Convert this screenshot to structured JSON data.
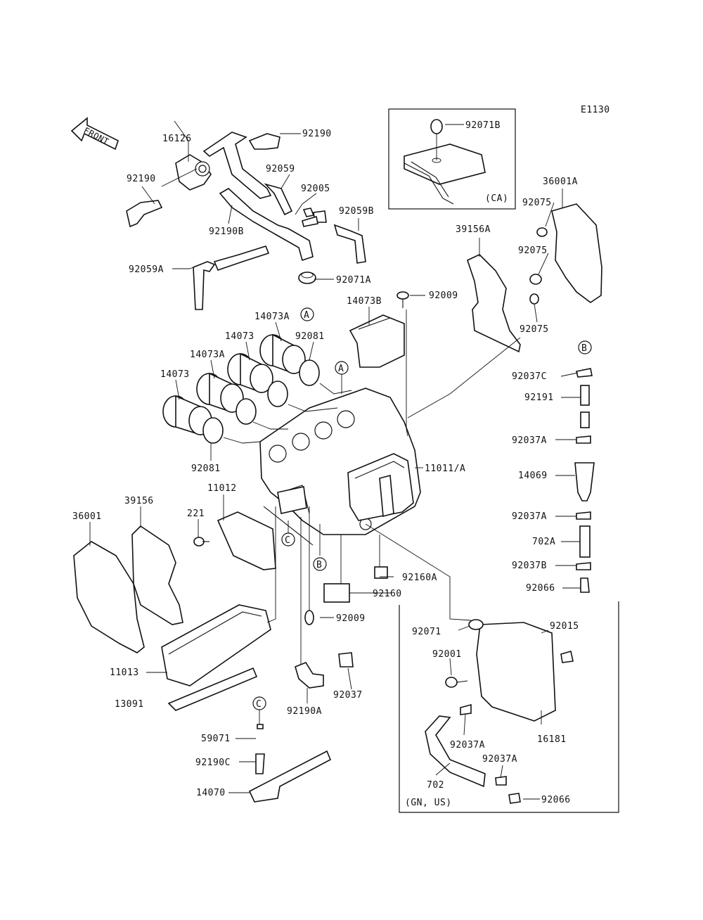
{
  "diagram_code": "E1130",
  "front_label": "FRONT",
  "inset_ca": "(CA)",
  "inset_gn_us": "(GN, US)",
  "markers": [
    "A",
    "B",
    "C"
  ],
  "parts": {
    "p16126": "16126",
    "p92190_top": "92190",
    "p92190_left": "92190",
    "p92059": "92059",
    "p92005": "92005",
    "p92059B": "92059B",
    "p92190B": "92190B",
    "p92059A": "92059A",
    "p92071A": "92071A",
    "p92071B": "92071B",
    "p36001A": "36001A",
    "p92075_a": "92075",
    "p92075_b": "92075",
    "p92075_c": "92075",
    "p39156A": "39156A",
    "p92009_top": "92009",
    "p14073B": "14073B",
    "p14073A_1": "14073A",
    "p14073_1": "14073",
    "p92081_top": "92081",
    "p14073A_2": "14073A",
    "p14073_2": "14073",
    "p92037C": "92037C",
    "p92191": "92191",
    "p92037A_1": "92037A",
    "p14069": "14069",
    "p92037A_2": "92037A",
    "p702A": "702A",
    "p92037B": "92037B",
    "p92066_top": "92066",
    "p11011A": "11011/A",
    "p92081_bot": "92081",
    "p11012": "11012",
    "p36001": "36001",
    "p39156": "39156",
    "p221": "221",
    "p92160A": "92160A",
    "p92160": "92160",
    "p92009_bot": "92009",
    "p92071": "92071",
    "p92015": "92015",
    "p92001": "92001",
    "p11013": "11013",
    "p13091": "13091",
    "p92037": "92037",
    "p92190A": "92190A",
    "p16181": "16181",
    "p92037A_3": "92037A",
    "p92037A_4": "92037A",
    "p59071": "59071",
    "p92190C": "92190C",
    "p702": "702",
    "p92066_bot": "92066",
    "p14070": "14070"
  }
}
